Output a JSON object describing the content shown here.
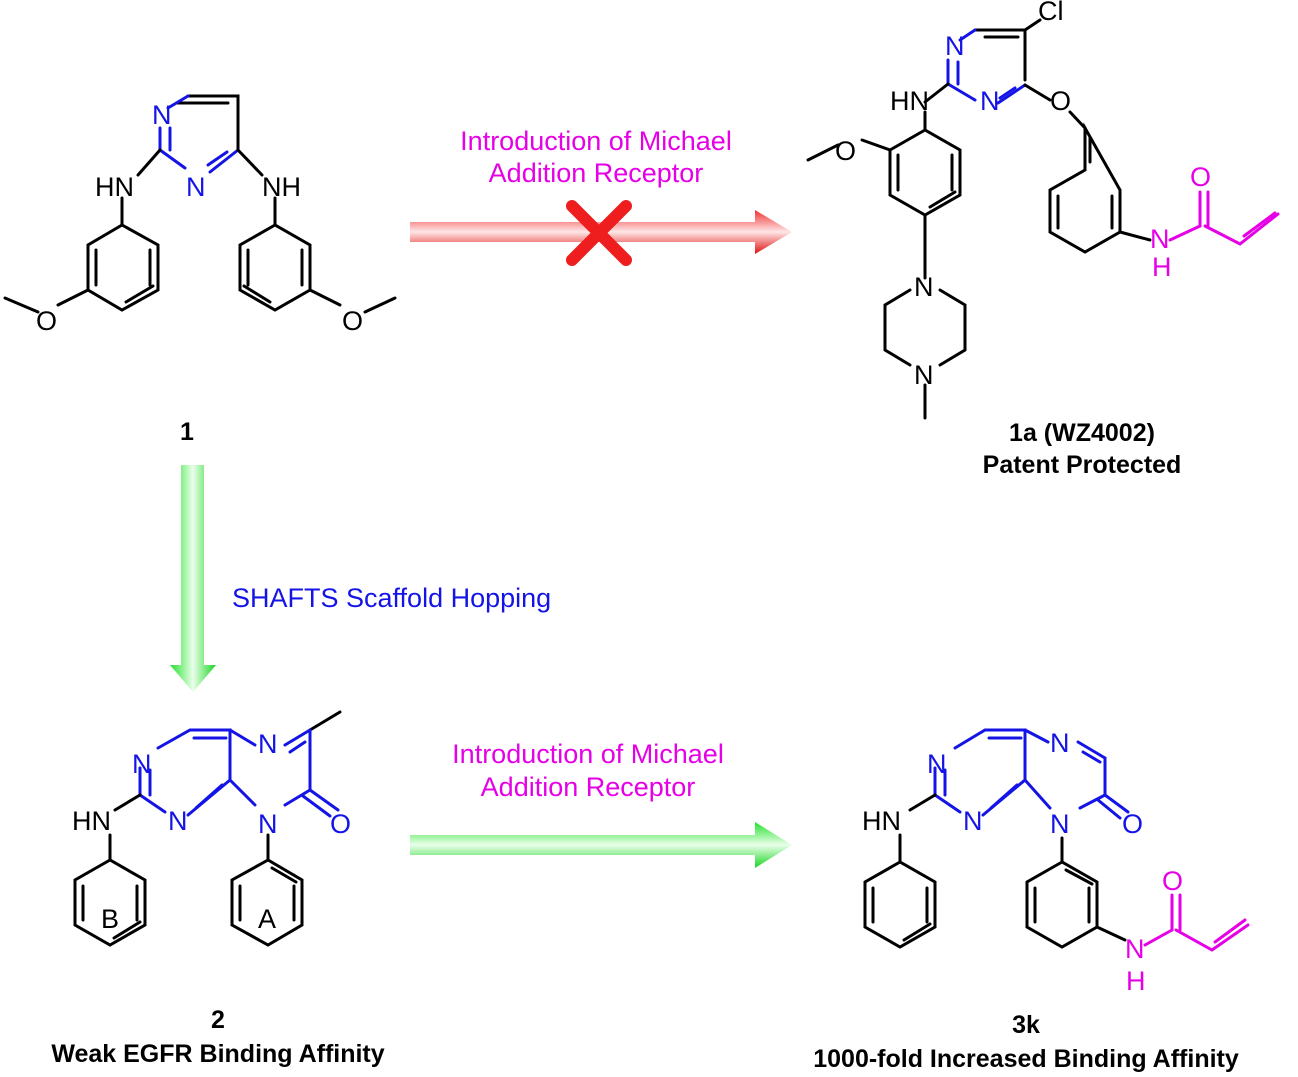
{
  "colors": {
    "bond": "#000000",
    "heteroatom_blue": "#1414e6",
    "warhead_magenta": "#e600e6",
    "arrow_red": "#ef1c1c",
    "arrow_green": "#22e52b",
    "cross_red": "#ee1e1e"
  },
  "arrows": {
    "top": {
      "label_line1": "Introduction of Michael",
      "label_line2": "Addition Receptor",
      "color": "red",
      "blocked": true
    },
    "down": {
      "label": "SHAFTS Scaffold Hopping",
      "color": "green"
    },
    "bottom": {
      "label_line1": "Introduction of Michael",
      "label_line2": "Addition Receptor",
      "color": "green"
    }
  },
  "compounds": {
    "c1": {
      "id": "1"
    },
    "c1a": {
      "id": "1a (WZ4002)",
      "note": "Patent Protected"
    },
    "c2": {
      "id": "2",
      "note": "Weak EGFR Binding Affinity",
      "ring_b": "B",
      "ring_a": "A"
    },
    "c3k": {
      "id": "3k",
      "note": "1000-fold Increased Binding Affinity"
    }
  },
  "atoms": {
    "N": "N",
    "NH": "NH",
    "HN": "HN",
    "O": "O",
    "Cl": "Cl",
    "H": "H"
  }
}
